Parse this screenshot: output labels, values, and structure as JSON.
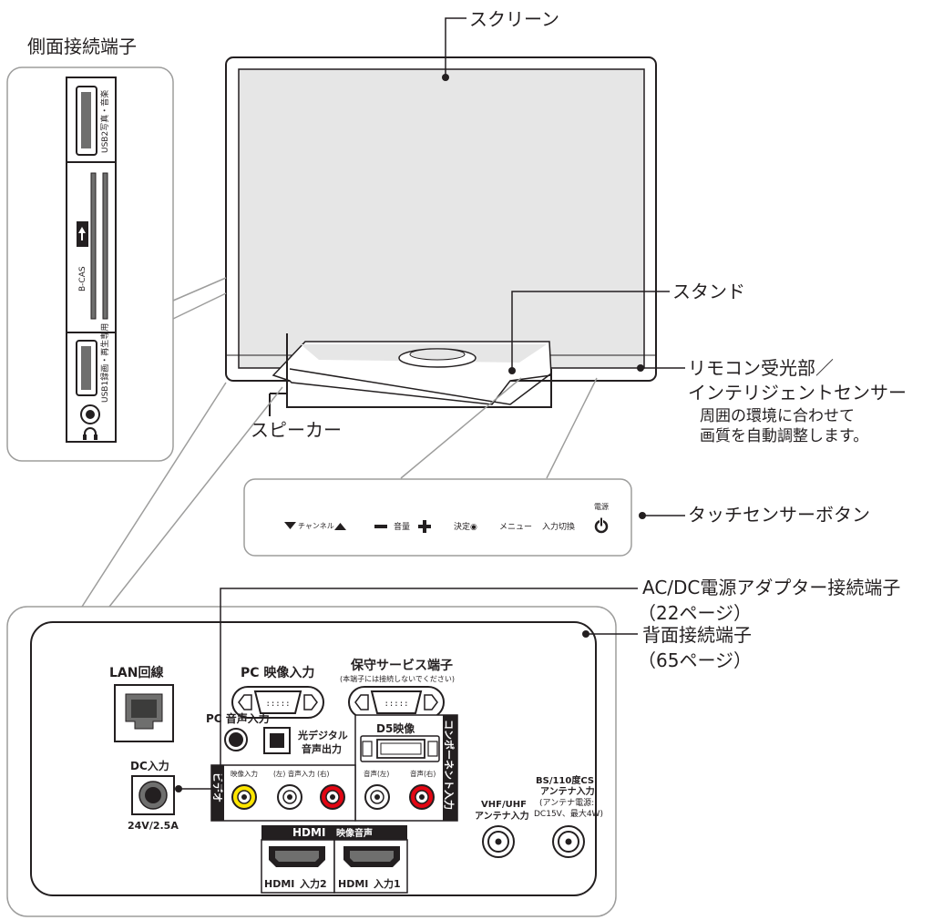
{
  "callouts": {
    "side_terminals": "側面接続端子",
    "screen": "スクリーン",
    "stand": "スタンド",
    "remote_sensor_line1": "リモコン受光部／",
    "remote_sensor_line2": "インテリジェントセンサー",
    "remote_sensor_note1": "周囲の環境に合わせて",
    "remote_sensor_note2": "画質を自動調整します。",
    "speaker": "スピーカー",
    "touch_sensor": "タッチセンサーボタン",
    "acdc_line1": "AC/DC電源アダプター接続端子",
    "acdc_line2": "（22ページ）",
    "rear_line1": "背面接続端子",
    "rear_line2": "（65ページ）"
  },
  "side_panel": {
    "usb2": "USB2写真・音楽",
    "bcas": "B-CAS",
    "usb1": "USB1録画・再生専用"
  },
  "touch_panel": {
    "channel": "チャンネル",
    "volume": "音量",
    "enter": "決定◉",
    "menu": "メニュー",
    "input": "入力切換",
    "power": "電源",
    "minus": "−",
    "plus": "+"
  },
  "rear_panel": {
    "lan": "LAN回線",
    "pc_video": "PC 映像入力",
    "service": "保守サービス端子",
    "service_note": "(本端子には接続しないでください)",
    "pc_audio": "PC 音声入力",
    "optical1": "光デジタル",
    "optical2": "音声出力",
    "d5": "D5映像",
    "component": "コンポーネント入力",
    "dc_in": "DC入力",
    "dc_rating": "24V/2.5A",
    "video_label": "ビデオ",
    "video_in": "映像入力",
    "audio_lr": "(左) 音声入力 (右)",
    "audio_l": "音声(左)",
    "audio_r": "音声(右)",
    "hdmi_header": "映像音声",
    "hdmi2": "入力2",
    "hdmi1": "入力1",
    "hdmi_logo": "HDMI",
    "vhf1": "VHF/UHF",
    "vhf2": "アンテナ入力",
    "bs1": "BS/110度CS",
    "bs2": "アンテナ入力",
    "bs3": "(アンテナ電源:",
    "bs4": "DC15V、最大4W)"
  },
  "colors": {
    "line": "#231f20",
    "panel_border": "#9d9d9c",
    "screen_fill": "#e6e6e6",
    "yellow_jack": "#ffe600",
    "red_jack": "#e30613"
  }
}
